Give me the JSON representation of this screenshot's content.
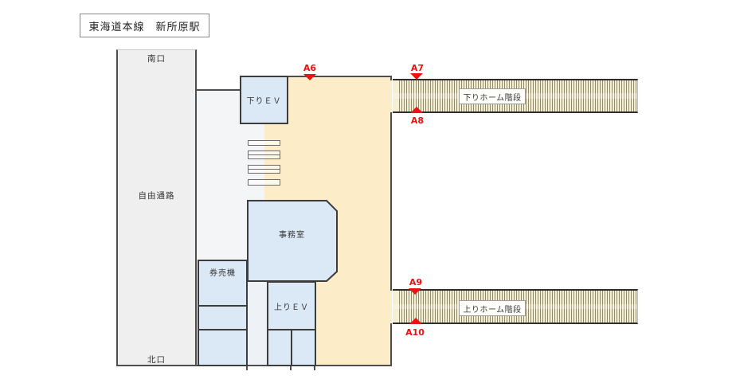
{
  "title": "東海道本線　新所原駅",
  "passage": {
    "south_exit": "南口",
    "label": "自由通路",
    "north_exit": "北口"
  },
  "rooms": {
    "down_elevator": "下りＥＶ",
    "office": "事務室",
    "ticket_machines": "券売機",
    "up_elevator": "上りＥＶ"
  },
  "stairs": {
    "down_platform": "下りホーム階段",
    "up_platform": "上りホーム階段"
  },
  "markers": {
    "a6": "A6",
    "a7": "A7",
    "a8": "A8",
    "a9": "A9",
    "a10": "A10"
  },
  "colors": {
    "marker_red": "#e81313",
    "concourse_beige": "#fcedc8",
    "room_blue": "#dbe8f6",
    "passage_gray": "#efefef",
    "interior_gray": "#f4f5f6",
    "stair_base": "#f5efd3",
    "stair_stripe": "#8f8769",
    "wall_dark": "#3c3c3c"
  }
}
